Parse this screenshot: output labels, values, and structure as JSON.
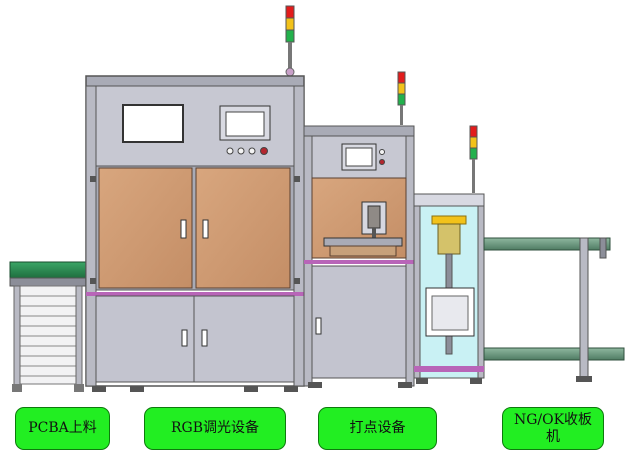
{
  "labels": {
    "pcba_loader": "PCBA上料",
    "rgb_dimming": "RGB调光设备",
    "dispensing": "打点设备",
    "ngok_unloader": "NG/OK收板机"
  },
  "colors": {
    "frame": "#a9abb6",
    "frame_dark": "#6f7180",
    "door_panel": "#cf9a72",
    "door_panel_dark": "#b58058",
    "lower_panel": "#c3c4cf",
    "label_fill": "#22ee22",
    "conveyor_green": "#2f8f55",
    "guard_blue": "#c9f1f4",
    "signal_red": "#e21c1c",
    "signal_yellow": "#f2c21a",
    "signal_green": "#22b14c",
    "screen": "#ffffff"
  },
  "icons": [
    "signal-tower-icon",
    "touch-screen-icon",
    "door-handle-icon"
  ]
}
